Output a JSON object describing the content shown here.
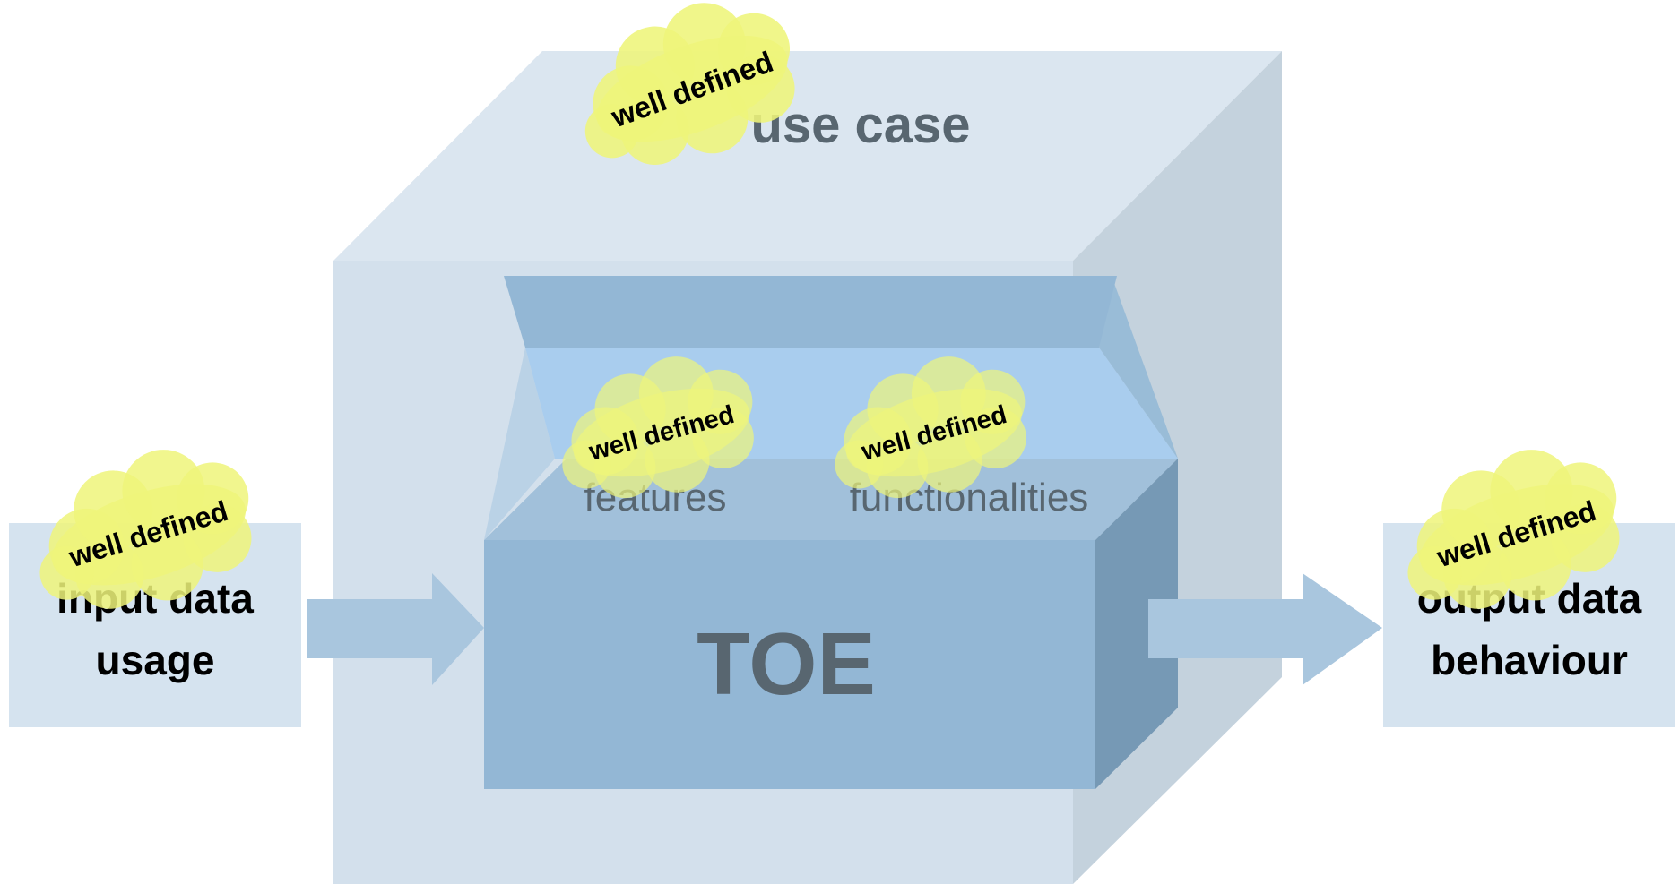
{
  "labels": {
    "use_case": "use case",
    "toe": "TOE",
    "features": "features",
    "functionalities": "functionalities",
    "input_line1": "input data",
    "input_line2": "usage",
    "output_line1": "output data",
    "output_line2": "behaviour"
  },
  "tags": {
    "use_case": "well defined",
    "features": "well defined",
    "functionalities": "well defined",
    "input": "well defined",
    "output": "well defined"
  },
  "colors": {
    "outer_front": "#d3e0ec",
    "outer_top": "#dbe6f0",
    "outer_side": "#c4d2dd",
    "toe_front": "#93b7d5",
    "toe_top": "#a1c0da",
    "toe_side": "#7699b5",
    "lid": "#93b7d5",
    "lid_inner": "#a9cdee",
    "io_box": "#d5e3ef",
    "arrow": "#a9c6de",
    "cloud": "#eef57a",
    "label_dark": "#586670",
    "label_black": "#000000"
  }
}
